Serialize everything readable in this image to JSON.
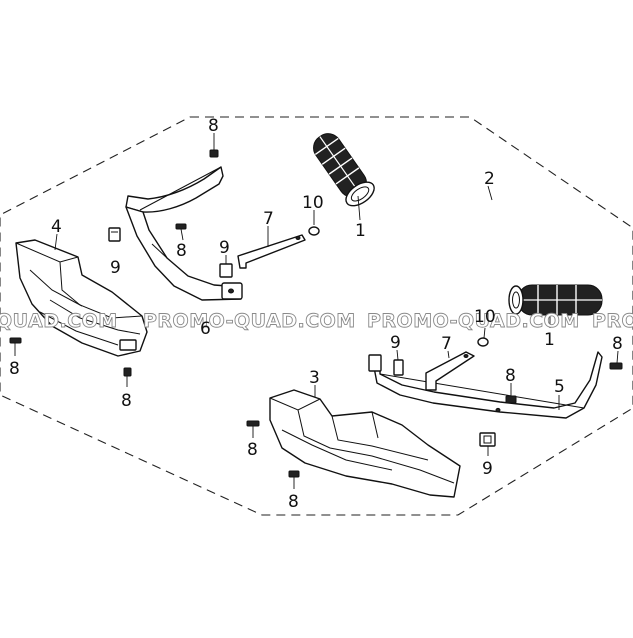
{
  "callouts": {
    "c1a": "1",
    "c1b": "1",
    "c2": "2",
    "c3": "3",
    "c4": "4",
    "c5": "5",
    "c6": "6",
    "c7a": "7",
    "c7b": "7",
    "c8a": "8",
    "c8b": "8",
    "c8c": "8",
    "c8d": "8",
    "c8e": "8",
    "c8f": "8",
    "c8g": "8",
    "c8h": "8",
    "c9a": "9",
    "c9b": "9",
    "c9c": "9",
    "c9d": "9",
    "c10a": "10",
    "c10b": "10"
  },
  "watermark": {
    "left": "QUAD.COM",
    "center_left": "PROMO-QUAD.COM",
    "center_right": "PROMO-QUAD.COM",
    "right": "PROM"
  }
}
